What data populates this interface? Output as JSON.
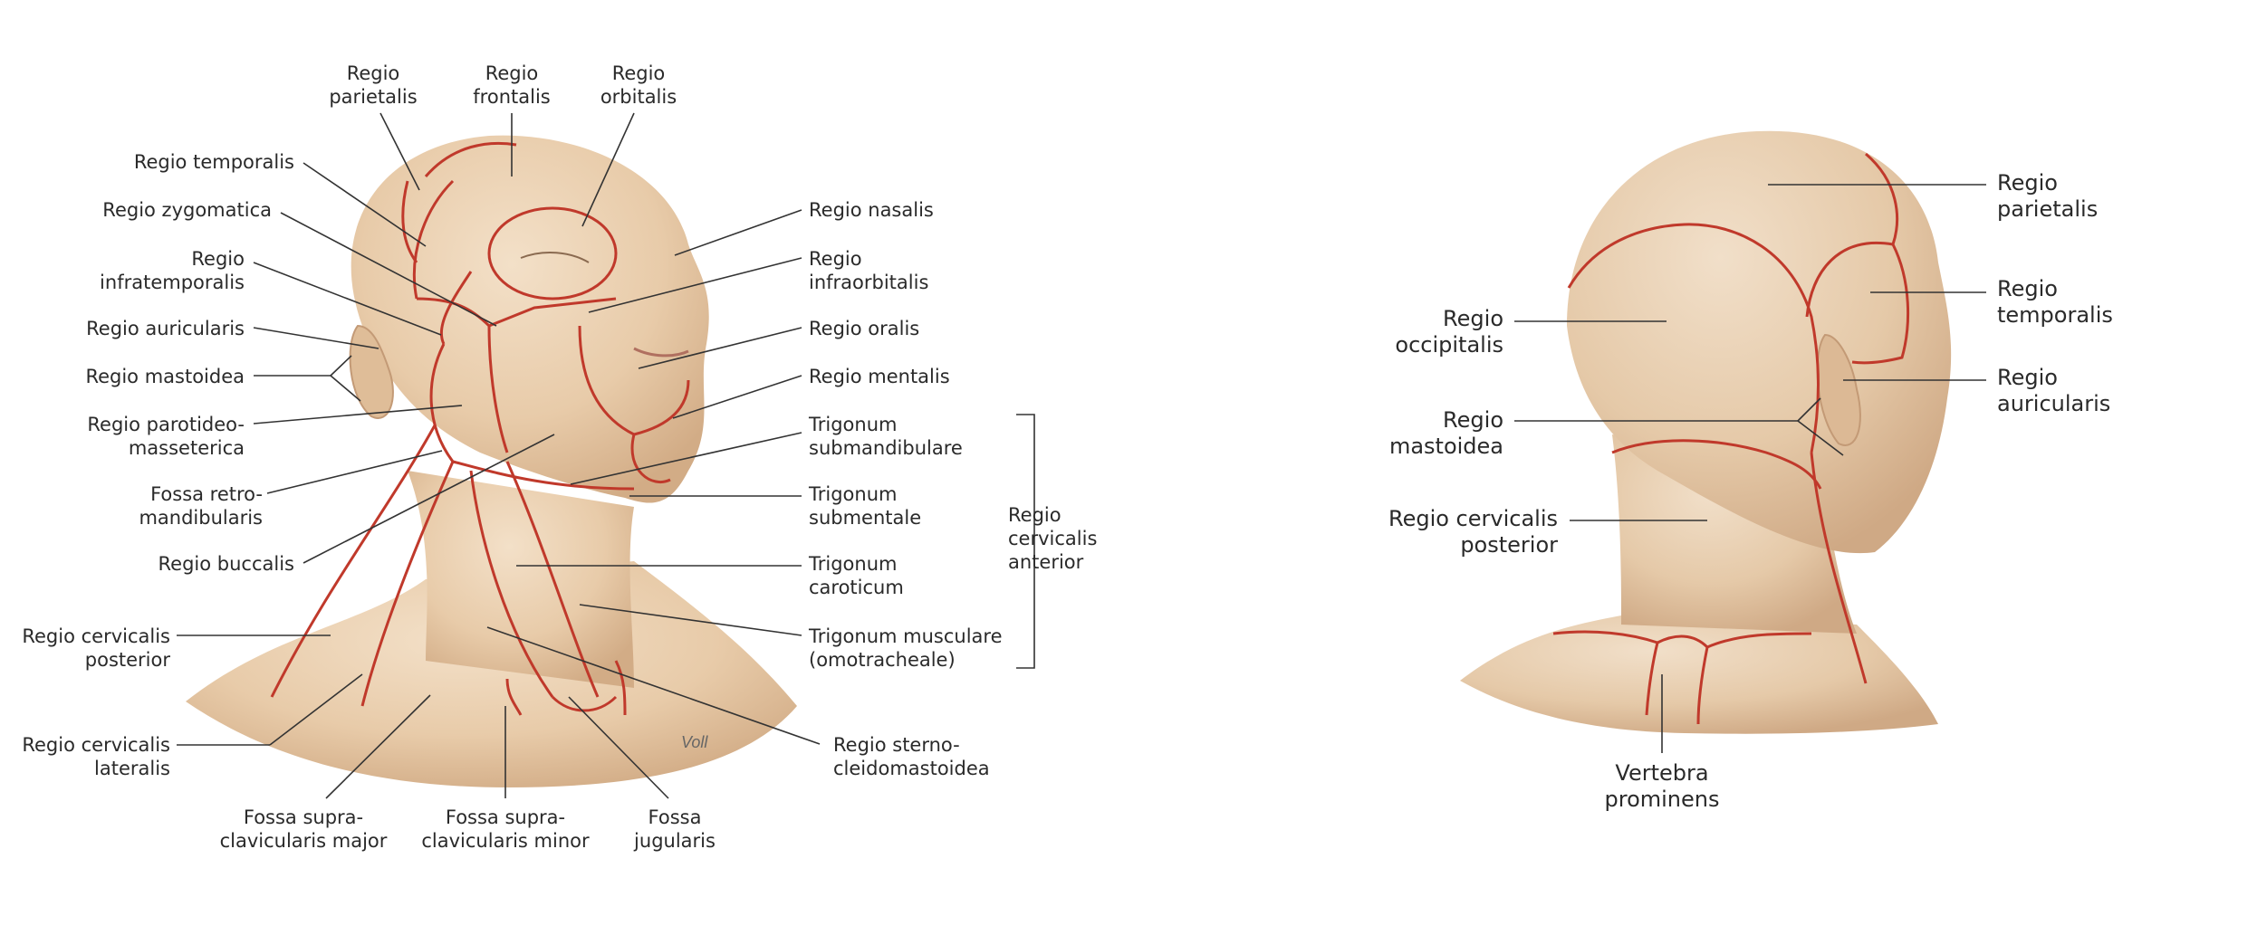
{
  "front_view": {
    "labels": {
      "regio_parietalis": [
        "Regio",
        "parietalis"
      ],
      "regio_frontalis": [
        "Regio",
        "frontalis"
      ],
      "regio_orbitalis": [
        "Regio",
        "orbitalis"
      ],
      "regio_temporalis": [
        "Regio temporalis"
      ],
      "regio_zygomatica": [
        "Regio zygomatica"
      ],
      "regio_infratemporalis": [
        "Regio",
        "infratemporalis"
      ],
      "regio_auricularis": [
        "Regio auricularis"
      ],
      "regio_mastoidea": [
        "Regio mastoidea"
      ],
      "regio_parotideomasseterica": [
        "Regio parotideo-",
        "masseterica"
      ],
      "fossa_retromandibularis": [
        "Fossa retro-",
        "mandibularis"
      ],
      "regio_buccalis": [
        "Regio buccalis"
      ],
      "regio_cervicalis_posterior": [
        "Regio cervicalis",
        "posterior"
      ],
      "regio_cervicalis_lateralis": [
        "Regio cervicalis",
        "lateralis"
      ],
      "fossa_supraclavicularis_major": [
        "Fossa supra-",
        "clavicularis major"
      ],
      "fossa_supraclavicularis_minor": [
        "Fossa supra-",
        "clavicularis minor"
      ],
      "fossa_jugularis": [
        "Fossa",
        "jugularis"
      ],
      "regio_nasalis": [
        "Regio nasalis"
      ],
      "regio_infraorbitalis": [
        "Regio",
        "infraorbitalis"
      ],
      "regio_oralis": [
        "Regio oralis"
      ],
      "regio_mentalis": [
        "Regio mentalis"
      ],
      "trigonum_submandibulare": [
        "Trigonum",
        "submandibulare"
      ],
      "trigonum_submentale": [
        "Trigonum",
        "submentale"
      ],
      "trigonum_caroticum": [
        "Trigonum",
        "caroticum"
      ],
      "trigonum_musculare": [
        "Trigonum musculare",
        "(omotracheale)"
      ],
      "regio_sternocleidomastoidea": [
        "Regio sterno-",
        "cleidomastoidea"
      ],
      "regio_cervicalis_anterior": [
        "Regio",
        "cervicalis",
        "anterior"
      ]
    }
  },
  "back_view": {
    "labels": {
      "regio_parietalis": [
        "Regio",
        "parietalis"
      ],
      "regio_temporalis": [
        "Regio",
        "temporalis"
      ],
      "regio_auricularis": [
        "Regio",
        "auricularis"
      ],
      "regio_occipitalis": [
        "Regio",
        "occipitalis"
      ],
      "regio_mastoidea": [
        "Regio",
        "mastoidea"
      ],
      "regio_cervicalis_posterior": [
        "Regio cervicalis",
        "posterior"
      ],
      "vertebra_prominens": [
        "Vertebra",
        "prominens"
      ]
    }
  },
  "colors": {
    "skin": "#ecd2b4",
    "skin_shadow": "#d7b592",
    "region_border": "#c0392b",
    "leader_line": "#333333"
  },
  "signature": "Voll"
}
